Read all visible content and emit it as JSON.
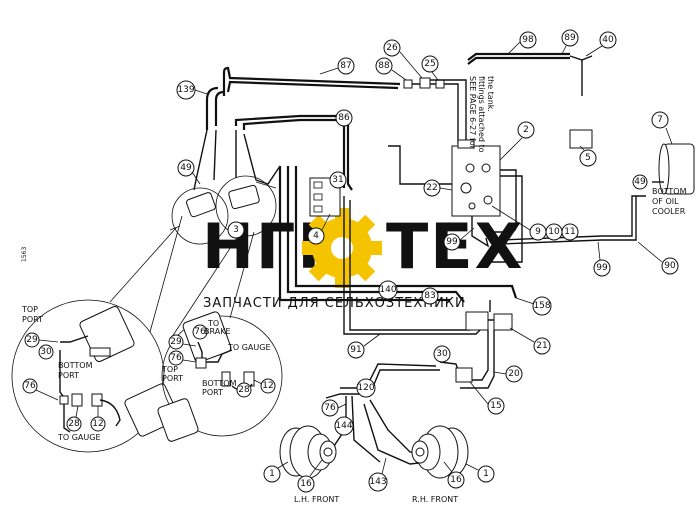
{
  "watermark": {
    "brand_left": "НГР",
    "brand_right": "ТЕХ",
    "tagline": "ЗАПЧАСТИ ДЛЯ СЕЛЬХОЗТЕХНИКИ",
    "gear_color": "#f5c400"
  },
  "page_code": "1563",
  "notes": {
    "tank_line1": "SEE PAGE 6-27 for",
    "tank_line2": "fittings attached to",
    "tank_line3": "the tank."
  },
  "captions": {
    "cooler_line1": "BOTTOM",
    "cooler_line2": "OF OIL",
    "cooler_line3": "COOLER",
    "lh_front": "L.H. FRONT",
    "rh_front": "R.H. FRONT",
    "left_top_port_1": "TOP",
    "left_top_port_2": "PORT",
    "left_bottom_port_1": "BOTTOM",
    "left_bottom_port_2": "PORT",
    "left_to_gauge": "TO GAUGE",
    "right_to_brake_1": "TO",
    "right_to_brake_2": "BRAKE",
    "right_to_gauge": "TO GAUGE",
    "right_top_port_1": "TOP",
    "right_top_port_2": "PORT",
    "right_bottom_port_1": "BOTTOM",
    "right_bottom_port_2": "PORT"
  },
  "callouts": [
    "87",
    "139",
    "88",
    "26",
    "25",
    "98",
    "89",
    "40",
    "86",
    "2",
    "7",
    "5",
    "49",
    "31",
    "4",
    "22",
    "9",
    "10",
    "11",
    "99",
    "99",
    "90",
    "140",
    "83",
    "158",
    "21",
    "91",
    "30",
    "20",
    "15",
    "120",
    "76",
    "144",
    "143",
    "16",
    "1",
    "16",
    "1",
    "29",
    "30",
    "76",
    "28",
    "12",
    "29",
    "76",
    "28",
    "12"
  ]
}
